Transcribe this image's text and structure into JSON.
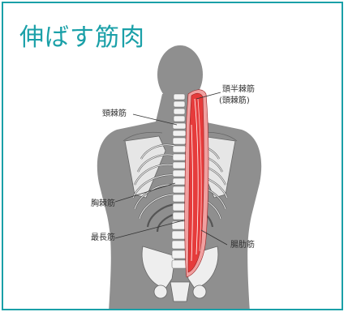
{
  "title": "伸ばす筋肉",
  "labels": {
    "semispinalis_capitis": "頭半棘筋",
    "semispinalis_capitis_alt": "(頭棘筋)",
    "spinalis_cervicis": "頸棘筋",
    "spinalis_thoracis": "胸棘筋",
    "longissimus": "最長筋",
    "iliocostalis": "腸肋筋"
  },
  "colors": {
    "accent": "#1aa0a8",
    "body": "#8f8f8f",
    "bone": "#f2f2f2",
    "muscle": "#e63b3b"
  }
}
